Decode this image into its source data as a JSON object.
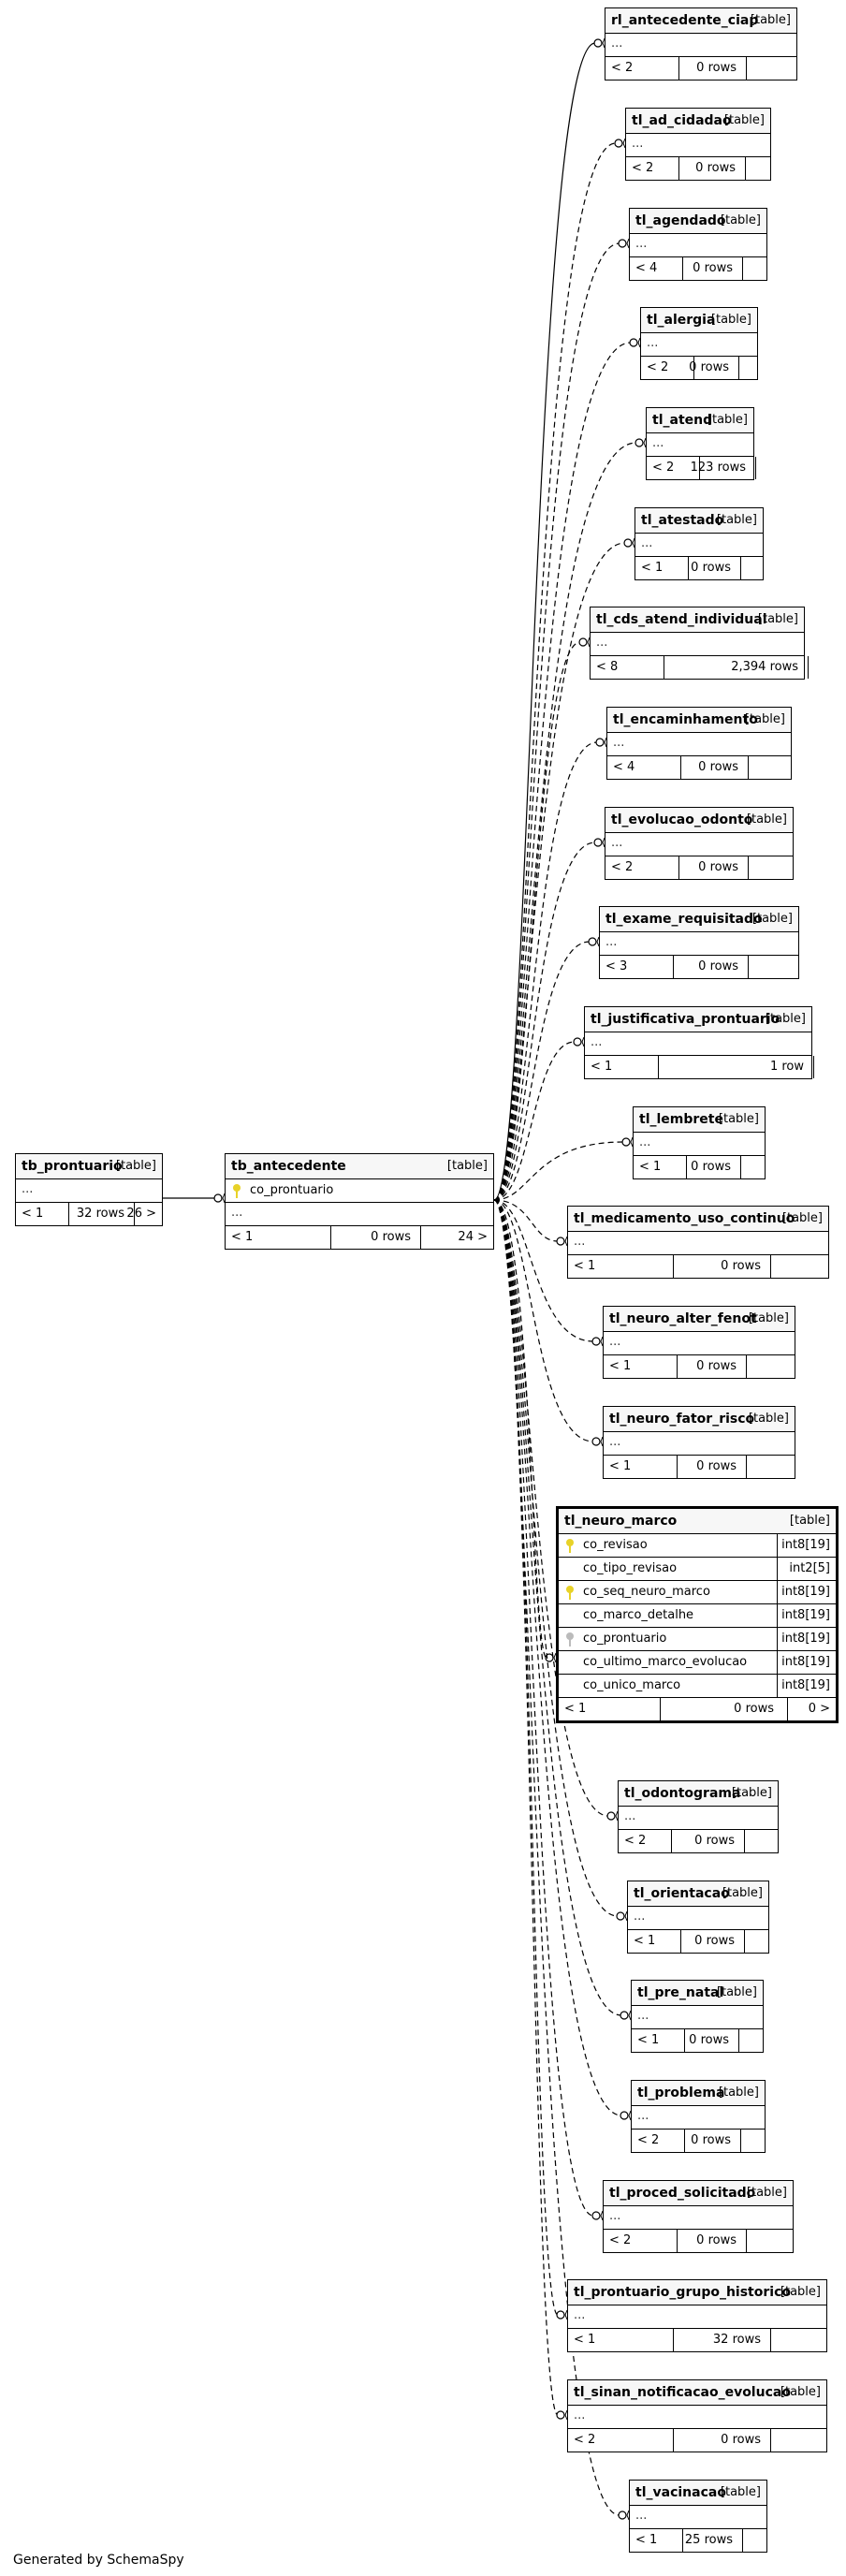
{
  "footer": "Generated by SchemaSpy",
  "table_tag": "[table]",
  "ellipsis": "...",
  "tables": {
    "tb_prontuario": {
      "name": "tb_prontuario",
      "parents": "< 1",
      "rows": "32 rows",
      "children": "26 >"
    },
    "tb_antecedente": {
      "name": "tb_antecedente",
      "column": "co_prontuario",
      "parents": "< 1",
      "rows": "0 rows",
      "children": "24 >"
    },
    "rl_antecedente_ciap": {
      "name": "rl_antecedente_ciap",
      "parents": "< 2",
      "rows": "0 rows"
    },
    "tl_ad_cidadao": {
      "name": "tl_ad_cidadao",
      "parents": "< 2",
      "rows": "0 rows"
    },
    "tl_agendado": {
      "name": "tl_agendado",
      "parents": "< 4",
      "rows": "0 rows"
    },
    "tl_alergia": {
      "name": "tl_alergia",
      "parents": "< 2",
      "rows": "0 rows"
    },
    "tl_atend": {
      "name": "tl_atend",
      "parents": "< 2",
      "rows": "123 rows"
    },
    "tl_atestado": {
      "name": "tl_atestado",
      "parents": "< 1",
      "rows": "0 rows"
    },
    "tl_cds_atend_individual": {
      "name": "tl_cds_atend_individual",
      "parents": "< 8",
      "rows": "2,394 rows"
    },
    "tl_encaminhamento": {
      "name": "tl_encaminhamento",
      "parents": "< 4",
      "rows": "0 rows"
    },
    "tl_evolucao_odonto": {
      "name": "tl_evolucao_odonto",
      "parents": "< 2",
      "rows": "0 rows"
    },
    "tl_exame_requisitado": {
      "name": "tl_exame_requisitado",
      "parents": "< 3",
      "rows": "0 rows"
    },
    "tl_justificativa_prontuario": {
      "name": "tl_justificativa_prontuario",
      "parents": "< 1",
      "rows": "1 row"
    },
    "tl_lembrete": {
      "name": "tl_lembrete",
      "parents": "< 1",
      "rows": "0 rows"
    },
    "tl_medicamento_uso_continuo": {
      "name": "tl_medicamento_uso_continuo",
      "parents": "< 1",
      "rows": "0 rows"
    },
    "tl_neuro_alter_fenot": {
      "name": "tl_neuro_alter_fenot",
      "parents": "< 1",
      "rows": "0 rows"
    },
    "tl_neuro_fator_risco": {
      "name": "tl_neuro_fator_risco",
      "parents": "< 1",
      "rows": "0 rows"
    },
    "tl_neuro_marco": {
      "name": "tl_neuro_marco",
      "parents": "< 1",
      "rows": "0 rows",
      "children": "0 >",
      "columns": [
        {
          "name": "co_revisao",
          "type": "int8[19]",
          "key": "pk"
        },
        {
          "name": "co_tipo_revisao",
          "type": "int2[5]",
          "key": ""
        },
        {
          "name": "co_seq_neuro_marco",
          "type": "int8[19]",
          "key": "pk"
        },
        {
          "name": "co_marco_detalhe",
          "type": "int8[19]",
          "key": ""
        },
        {
          "name": "co_prontuario",
          "type": "int8[19]",
          "key": "fk"
        },
        {
          "name": "co_ultimo_marco_evolucao",
          "type": "int8[19]",
          "key": ""
        },
        {
          "name": "co_unico_marco",
          "type": "int8[19]",
          "key": ""
        }
      ]
    },
    "tl_odontograma": {
      "name": "tl_odontograma",
      "parents": "< 2",
      "rows": "0 rows"
    },
    "tl_orientacao": {
      "name": "tl_orientacao",
      "parents": "< 1",
      "rows": "0 rows"
    },
    "tl_pre_natal": {
      "name": "tl_pre_natal",
      "parents": "< 1",
      "rows": "0 rows"
    },
    "tl_problema": {
      "name": "tl_problema",
      "parents": "< 2",
      "rows": "0 rows"
    },
    "tl_proced_solicitado": {
      "name": "tl_proced_solicitado",
      "parents": "< 2",
      "rows": "0 rows"
    },
    "tl_prontuario_grupo_historico": {
      "name": "tl_prontuario_grupo_historico",
      "parents": "< 1",
      "rows": "32 rows"
    },
    "tl_sinan_notificacao_evolucao": {
      "name": "tl_sinan_notificacao_evolucao",
      "parents": "< 2",
      "rows": "0 rows"
    },
    "tl_vacinacao": {
      "name": "tl_vacinacao",
      "parents": "< 1",
      "rows": "25 rows"
    }
  }
}
